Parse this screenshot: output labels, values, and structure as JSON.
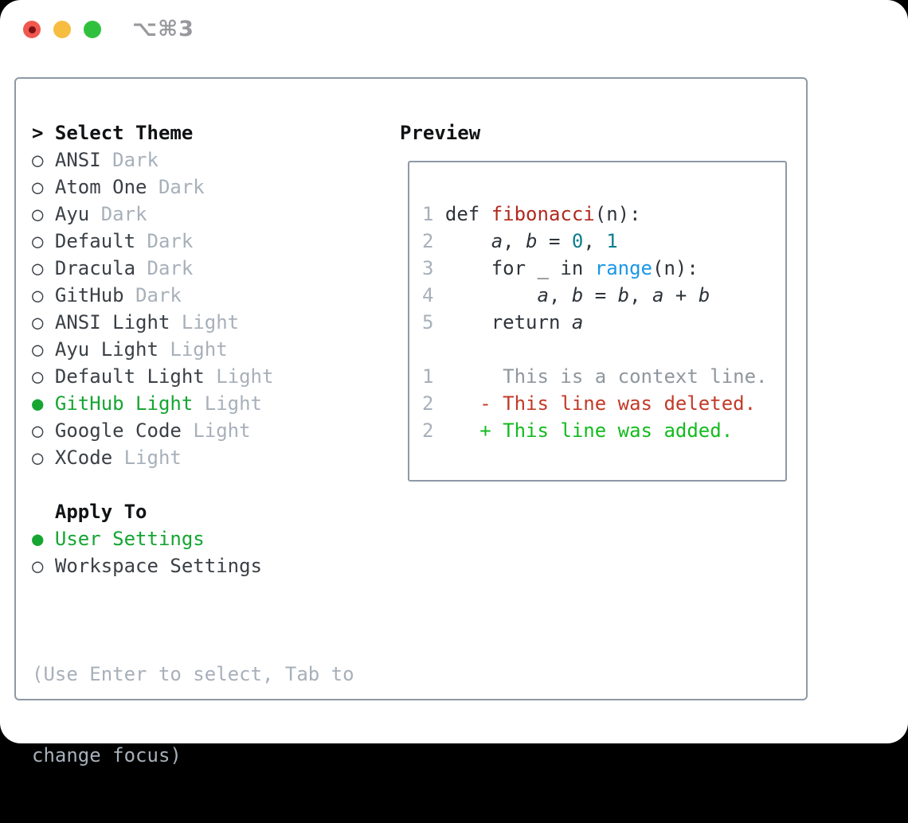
{
  "window": {
    "title": "⌥⌘3"
  },
  "theme_panel": {
    "header_prefix": ">",
    "header": "Select Theme",
    "items": [
      {
        "name": "ANSI",
        "variant": "Dark",
        "selected": false
      },
      {
        "name": "Atom One",
        "variant": "Dark",
        "selected": false
      },
      {
        "name": "Ayu",
        "variant": "Dark",
        "selected": false
      },
      {
        "name": "Default",
        "variant": "Dark",
        "selected": false
      },
      {
        "name": "Dracula",
        "variant": "Dark",
        "selected": false
      },
      {
        "name": "GitHub",
        "variant": "Dark",
        "selected": false
      },
      {
        "name": "ANSI Light",
        "variant": "Light",
        "selected": false
      },
      {
        "name": "Ayu Light",
        "variant": "Light",
        "selected": false
      },
      {
        "name": "Default Light",
        "variant": "Light",
        "selected": false
      },
      {
        "name": "GitHub Light",
        "variant": "Light",
        "selected": true
      },
      {
        "name": "Google Code",
        "variant": "Light",
        "selected": false
      },
      {
        "name": "XCode",
        "variant": "Light",
        "selected": false
      }
    ],
    "marker_unselected": "○",
    "marker_selected": "●"
  },
  "apply_panel": {
    "header": "Apply To",
    "options": [
      {
        "name": "User Settings",
        "variant": "",
        "selected": true
      },
      {
        "name": "Workspace Settings",
        "variant": "",
        "selected": false
      }
    ]
  },
  "hint_lines": [
    "(Use Enter to select, Tab to",
    "change focus)"
  ],
  "preview": {
    "header": "Preview",
    "code_lines": [
      {
        "num": "1",
        "tokens": [
          {
            "t": "def ",
            "c": "plain"
          },
          {
            "t": "fibonacci",
            "c": "func"
          },
          {
            "t": "(n):",
            "c": "plain"
          }
        ]
      },
      {
        "num": "2",
        "tokens": [
          {
            "t": "    ",
            "c": "plain"
          },
          {
            "t": "a",
            "c": "var"
          },
          {
            "t": ", ",
            "c": "plain"
          },
          {
            "t": "b",
            "c": "var"
          },
          {
            "t": " = ",
            "c": "plain"
          },
          {
            "t": "0",
            "c": "number"
          },
          {
            "t": ", ",
            "c": "plain"
          },
          {
            "t": "1",
            "c": "number"
          }
        ]
      },
      {
        "num": "3",
        "tokens": [
          {
            "t": "    for _ in ",
            "c": "plain"
          },
          {
            "t": "range",
            "c": "builtin"
          },
          {
            "t": "(n):",
            "c": "plain"
          }
        ]
      },
      {
        "num": "4",
        "tokens": [
          {
            "t": "        ",
            "c": "plain"
          },
          {
            "t": "a",
            "c": "var"
          },
          {
            "t": ", ",
            "c": "plain"
          },
          {
            "t": "b",
            "c": "var"
          },
          {
            "t": " = ",
            "c": "plain"
          },
          {
            "t": "b",
            "c": "var"
          },
          {
            "t": ", ",
            "c": "plain"
          },
          {
            "t": "a",
            "c": "var"
          },
          {
            "t": " + ",
            "c": "plain"
          },
          {
            "t": "b",
            "c": "var"
          }
        ]
      },
      {
        "num": "5",
        "tokens": [
          {
            "t": "    return ",
            "c": "plain"
          },
          {
            "t": "a",
            "c": "var"
          }
        ]
      },
      {
        "num": "",
        "tokens": []
      },
      {
        "num": "1",
        "tokens": [
          {
            "t": "     This is a context line.",
            "c": "context"
          }
        ]
      },
      {
        "num": "2",
        "tokens": [
          {
            "t": "   - This line was deleted.",
            "c": "deleted"
          }
        ]
      },
      {
        "num": "2",
        "tokens": [
          {
            "t": "   + This line was added.",
            "c": "added"
          }
        ]
      }
    ]
  },
  "colors": {
    "traffic_red": "#f0584e",
    "traffic_red_dot": "#7a1012",
    "traffic_yellow": "#f6bd40",
    "traffic_green": "#2fc13e",
    "title_gray": "#98999c",
    "border": "#8e99a6",
    "header_black": "#101214",
    "text_dark": "#3b4046",
    "muted": "#a7b0ba",
    "selected_green": "#16a532",
    "line_number": "#a7b0ba",
    "code_plain": "#2f343b",
    "func_red": "#b02a1e",
    "builtin_blue": "#1a97e6",
    "number_teal": "#0d7f8c",
    "context_gray": "#8f979e",
    "diff_red": "#c23a28",
    "diff_green": "#13bb1f"
  }
}
